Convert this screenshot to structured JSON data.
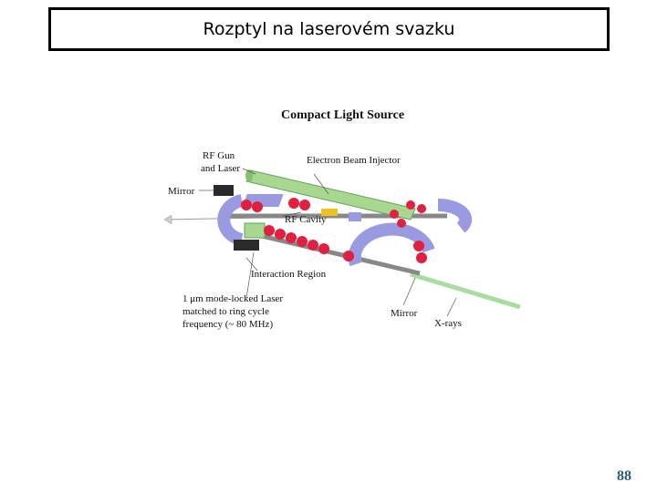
{
  "slide": {
    "title": "Rozptyl na laserovém svazku",
    "page_number": "88"
  },
  "diagram": {
    "heading": "Compact Light Source",
    "labels": {
      "rf_gun_line1": "RF Gun",
      "rf_gun_line2": "and Laser",
      "mirror_left": "Mirror",
      "electron_injector": "Electron Beam Injector",
      "rf_cavity": "RF Cavity",
      "interaction_region": "Interaction Region",
      "laser_line1": "1 μm mode-locked Laser",
      "laser_line2": "matched to ring cycle",
      "laser_line3": "frequency (~ 80 MHz)",
      "mirror_bottom": "Mirror",
      "xrays": "X-rays"
    },
    "colors": {
      "magnet_red": "#e02040",
      "dipole_purple": "#9a9ae0",
      "injector_green": "#a8d890",
      "xray_green": "#a8dca0",
      "cavity_yellow": "#f0c020",
      "dark_box": "#2a2a2a"
    }
  }
}
